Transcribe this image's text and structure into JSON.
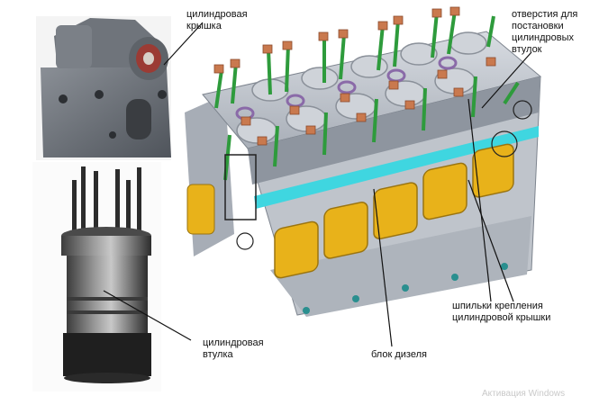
{
  "labels": {
    "head": "цилиндровая\nкрышка",
    "holes": "отверстия для\nпостановки\nцилиндровых\nвтулок",
    "studs": "шпильки крепления\nцилиндровой крышки",
    "liner": "цилиндровая\nвтулка",
    "block": "блок дизеля",
    "watermark": "Активация Windows"
  },
  "colors": {
    "block_gray": "#b9bec6",
    "block_dark": "#7d848e",
    "stud_green": "#2e9b3c",
    "bolt_copper": "#c9794e",
    "cover_gold": "#e8b21a",
    "band_cyan": "#3fd6e0"
  }
}
